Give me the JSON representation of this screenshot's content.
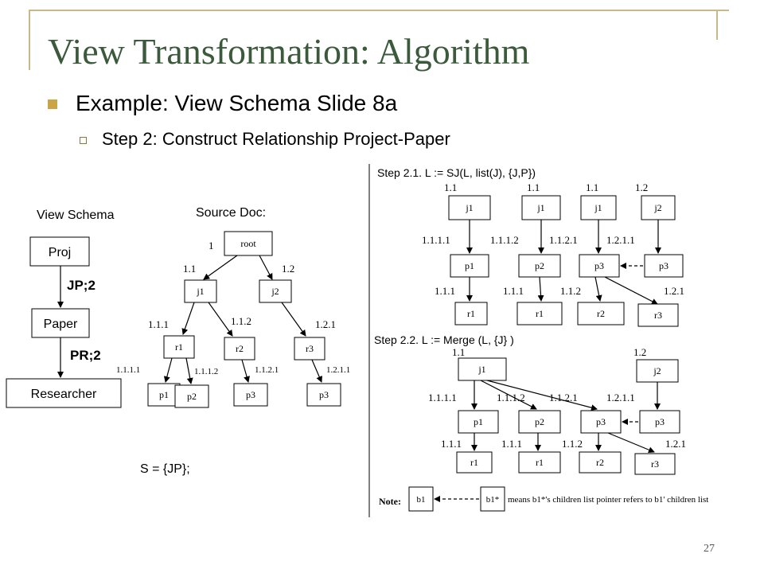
{
  "slide": {
    "title": "View Transformation: Algorithm",
    "bullet1": "Example: View Schema Slide 8a",
    "bullet2": "Step 2: Construct Relationship Project-Paper",
    "page_number": "27"
  },
  "view_schema": {
    "label": "View Schema",
    "nodes": [
      "Proj",
      "Paper",
      "Researcher"
    ],
    "edges": [
      "JP;2",
      "PR;2"
    ]
  },
  "source_doc": {
    "label": "Source Doc:",
    "nodes": [
      "root",
      "j1",
      "j2",
      "r1",
      "r2",
      "r3",
      "p1",
      "p2",
      "p3",
      "p3"
    ],
    "edge_labels": [
      "1",
      "1.1",
      "1.2",
      "1.1.1",
      "1.1.2",
      "1.2.1",
      "1.1.1.1",
      "1.1.1.2",
      "1.1.2.1",
      "1.2.1.1"
    ]
  },
  "set_expr": "S = {JP};",
  "step21": {
    "label": "Step 2.1.  L := SJ(L, list(J), {J,P})",
    "top_labels": [
      "1.1",
      "1.1",
      "1.1",
      "1.2"
    ],
    "j_nodes": [
      "j1",
      "j1",
      "j1",
      "j2"
    ],
    "mid_labels": [
      "1.1.1.1",
      "1.1.1.2",
      "1.1.2.1",
      "1.2.1.1"
    ],
    "p_nodes": [
      "p1",
      "p2",
      "p3",
      "p3"
    ],
    "low_labels": [
      "1.1.1",
      "1.1.1",
      "1.1.2",
      "1.2.1"
    ],
    "r_nodes": [
      "r1",
      "r1",
      "r2",
      "r3"
    ]
  },
  "step22": {
    "label": "Step 2.2.  L := Merge (L, {J} )",
    "top_labels": [
      "1.1",
      "1.2"
    ],
    "j_nodes": [
      "j1",
      "j2"
    ],
    "mid_labels": [
      "1.1.1.1",
      "1.1.1.2",
      "1.1.2.1",
      "1.2.1.1"
    ],
    "p_nodes": [
      "p1",
      "p2",
      "p3",
      "p3"
    ],
    "low_labels": [
      "1.1.1",
      "1.1.1",
      "1.1.2",
      "1.2.1"
    ],
    "r_nodes": [
      "r1",
      "r1",
      "r2",
      "r3"
    ]
  },
  "note": {
    "label": "Note:",
    "box1": "b1",
    "box2": "b1*",
    "text": "means b1*'s children list pointer refers to b1' children list"
  }
}
